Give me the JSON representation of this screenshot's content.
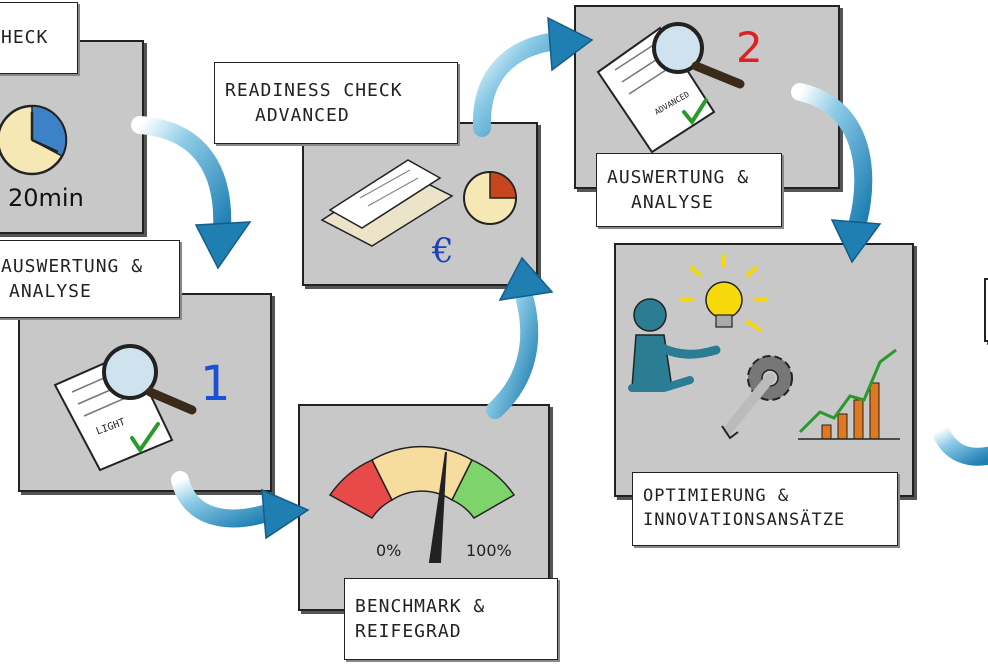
{
  "labels": {
    "check_top": "heck",
    "readiness_line1": "Readiness Check",
    "readiness_line2": "Advanced",
    "auswertung1_line1": "Auswertung &",
    "auswertung1_line2": "Analyse",
    "auswertung2_line1": "Auswertung &",
    "auswertung2_line2": "Analyse",
    "benchmark_line1": "Benchmark &",
    "benchmark_line2": "Reifegrad",
    "optimierung_line1": "Optimierung &",
    "optimierung_line2": "Innovationsansätze"
  },
  "texts": {
    "duration": "20min",
    "step1": "1",
    "step2": "2",
    "light_tag": "LIGHT",
    "advanced_tag": "ADVANCED",
    "gauge_min": "0%",
    "gauge_max": "100%",
    "euro": "€"
  },
  "colors": {
    "panel": "#c8c8c8",
    "arrow": "#2a8fbf",
    "step1": "#1a4fd6",
    "step2": "#e02020",
    "check": "#2a9a2a",
    "bulb": "#f5d90a",
    "bars": "#e07820"
  }
}
